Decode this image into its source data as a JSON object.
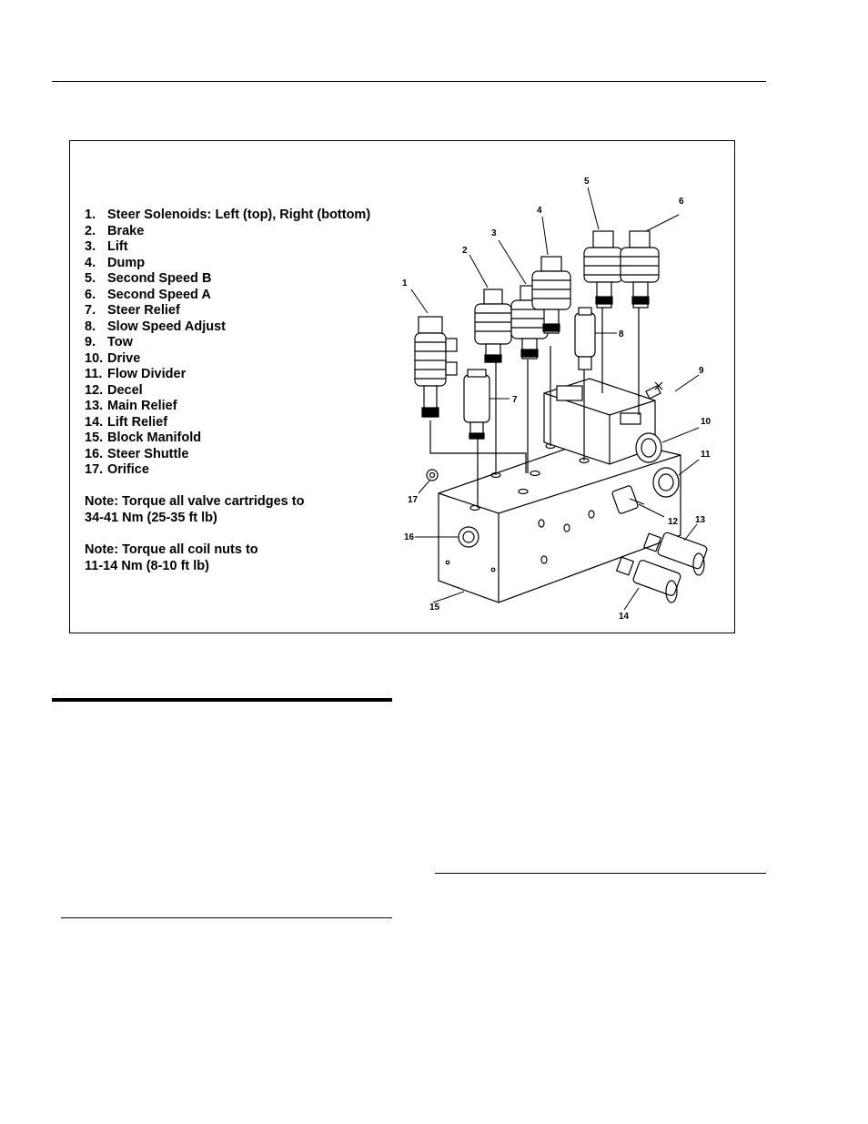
{
  "legend": [
    {
      "num": "1.",
      "label": "Steer Solenoids: Left (top), Right (bottom)"
    },
    {
      "num": "2.",
      "label": "Brake"
    },
    {
      "num": "3.",
      "label": "Lift"
    },
    {
      "num": "4.",
      "label": "Dump"
    },
    {
      "num": "5.",
      "label": "Second Speed B"
    },
    {
      "num": "6.",
      "label": "Second Speed A"
    },
    {
      "num": "7.",
      "label": "Steer Relief"
    },
    {
      "num": "8.",
      "label": "Slow Speed Adjust"
    },
    {
      "num": "9.",
      "label": "Tow"
    },
    {
      "num": "10.",
      "label": "Drive"
    },
    {
      "num": "11.",
      "label": "Flow Divider"
    },
    {
      "num": "12.",
      "label": "Decel"
    },
    {
      "num": "13.",
      "label": "Main Relief"
    },
    {
      "num": "14.",
      "label": "Lift Relief"
    },
    {
      "num": "15.",
      "label": "Block Manifold"
    },
    {
      "num": "16.",
      "label": "Steer Shuttle"
    },
    {
      "num": "17.",
      "label": "Orifice"
    }
  ],
  "notes": [
    {
      "line1": "Note: Torque all valve cartridges to",
      "line2": "34-41 Nm (25-35 ft lb)"
    },
    {
      "line1": "Note: Torque all coil nuts to",
      "line2": "11-14 Nm (8-10 ft lb)"
    }
  ],
  "callouts": {
    "c1": "1",
    "c2": "2",
    "c3": "3",
    "c4": "4",
    "c5": "5",
    "c6": "6",
    "c7": "7",
    "c8": "8",
    "c9": "9",
    "c10": "10",
    "c11": "11",
    "c12": "12",
    "c13": "13",
    "c14": "14",
    "c15": "15",
    "c16": "16",
    "c17": "17"
  }
}
